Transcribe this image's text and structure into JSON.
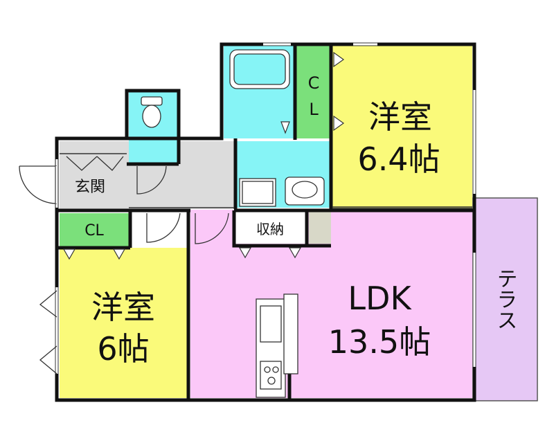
{
  "rooms": {
    "western_room_upper": {
      "name": "洋室",
      "size": "6.4帖"
    },
    "western_room_lower": {
      "name": "洋室",
      "size": "6帖"
    },
    "ldk": {
      "name": "LDK",
      "size": "13.5帖"
    },
    "entrance": {
      "name": "玄関"
    },
    "storage": {
      "name": "収納"
    },
    "closet_upper": {
      "c": "C",
      "l": "L"
    },
    "closet_lower": {
      "name": "CL"
    },
    "terrace": {
      "name": "テラス"
    }
  },
  "colors": {
    "wall": "#111111",
    "western_room": "#fafa7a",
    "ldk": "#fbc8f8",
    "closet": "#7be07b",
    "wet_area": "#86f4f6",
    "corridor": "#dcdcdc",
    "terrace": "#e6c8f5",
    "storage_alcove": "#d8d8c8"
  }
}
